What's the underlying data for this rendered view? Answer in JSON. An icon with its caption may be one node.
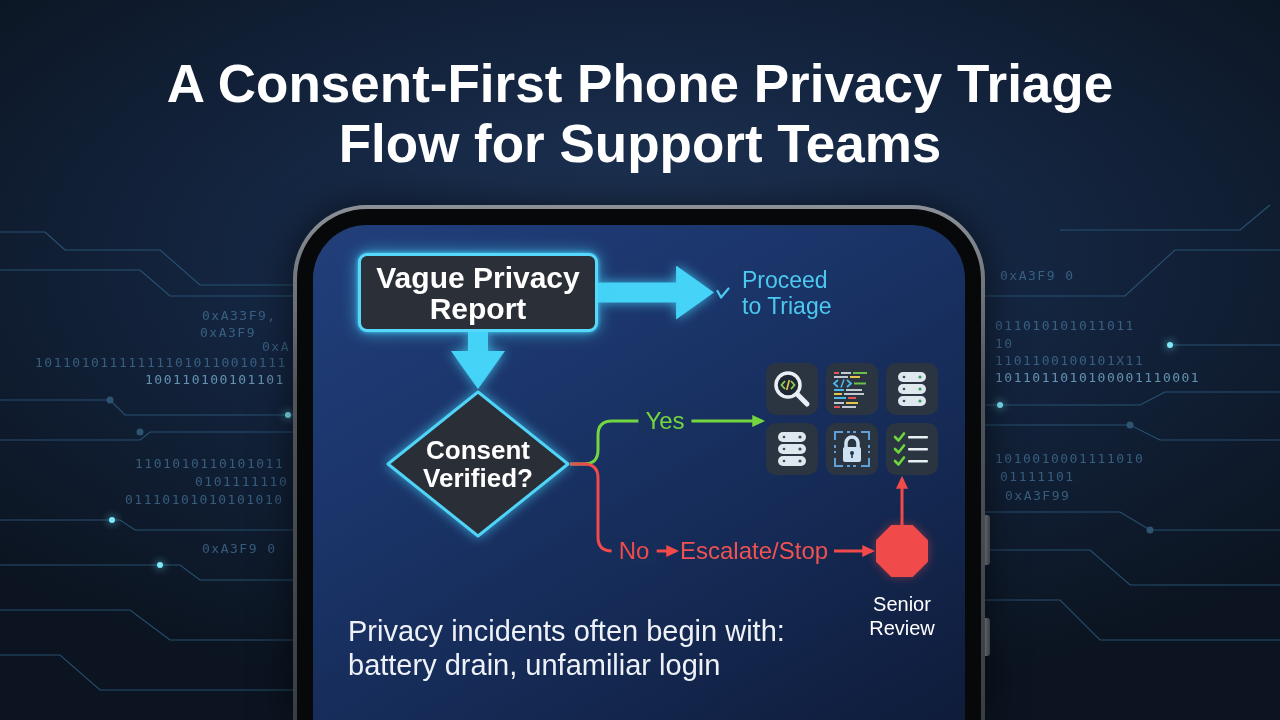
{
  "diagram": {
    "title": "A Consent-First Phone Privacy Triage Flow for Support Teams",
    "nodes": [
      {
        "text": [
          "Vague Privacy Report"
        ]
      },
      {
        "text": [
          "Proceed to Triage"
        ]
      },
      {
        "text": [
          "Consent Verified?"
        ]
      },
      {
        "text": [],
        "shape": "picture"
      },
      {
        "text": [
          "Escalate/Stop"
        ]
      },
      {
        "text": [],
        "shape": "octagon",
        "beside": [
          "Senior Review"
        ]
      }
    ],
    "edges": [
      {
        "from": 0,
        "to": 1,
        "arrow": "to",
        "style": "thick",
        "color": "#45d3f7"
      },
      {
        "from": 0,
        "to": 2,
        "arrow": "to",
        "style": "thick",
        "color": "#45d3f7"
      },
      {
        "from": 2,
        "to": 3,
        "arrow": "to",
        "label": "Yes",
        "color": "#72d63f"
      },
      {
        "from": 2,
        "to": 4,
        "arrow": "to",
        "label": "No",
        "color": "#f04a4a"
      },
      {
        "from": 4,
        "to": 5,
        "arrow": "to",
        "color": "#f04a4a"
      },
      {
        "from": 5,
        "to": 3,
        "arrow": "to",
        "color": "#f04a4a"
      }
    ],
    "labels": [
      "0xA33F9,",
      "0xA3F9",
      "0xA",
      "101101011111111010110010111",
      "100110100101101",
      "1101010110101011",
      "0101111110",
      "01110101010101010",
      "0xA3F9 0",
      "0xA3F9 0",
      "011010101011011",
      "10",
      "1101100100101X11",
      "1011011010100001110001",
      "1010010001111010",
      "01111101",
      "0xA3F99",
      "Privacy incidents often begin with: battery drain, unfamiliar login"
    ]
  }
}
